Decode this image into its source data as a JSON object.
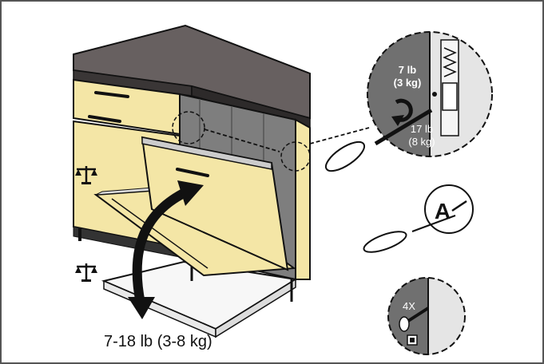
{
  "labels": {
    "weight_total": "7-18 lb (3-8 kg)",
    "weight_min_line1": "7 lb",
    "weight_min_line2": "(3 kg)",
    "weight_max_line1": "17 lb",
    "weight_max_line2": "(8 kg)",
    "tool_letter": "A",
    "screw_count": "4X"
  },
  "icons": {
    "balance_upper": "balance-scale-icon",
    "balance_lower": "balance-scale-icon",
    "rotate_arrow": "rotate-arrow-icon",
    "screwdriver": "screwdriver-icon",
    "screw": "screw-icon"
  },
  "colors": {
    "cabinet_panel": "#f4e6a6",
    "countertop": "#676060",
    "appliance_side": "#7e7e7e",
    "detail_bg": "#707070",
    "line": "#111111"
  }
}
